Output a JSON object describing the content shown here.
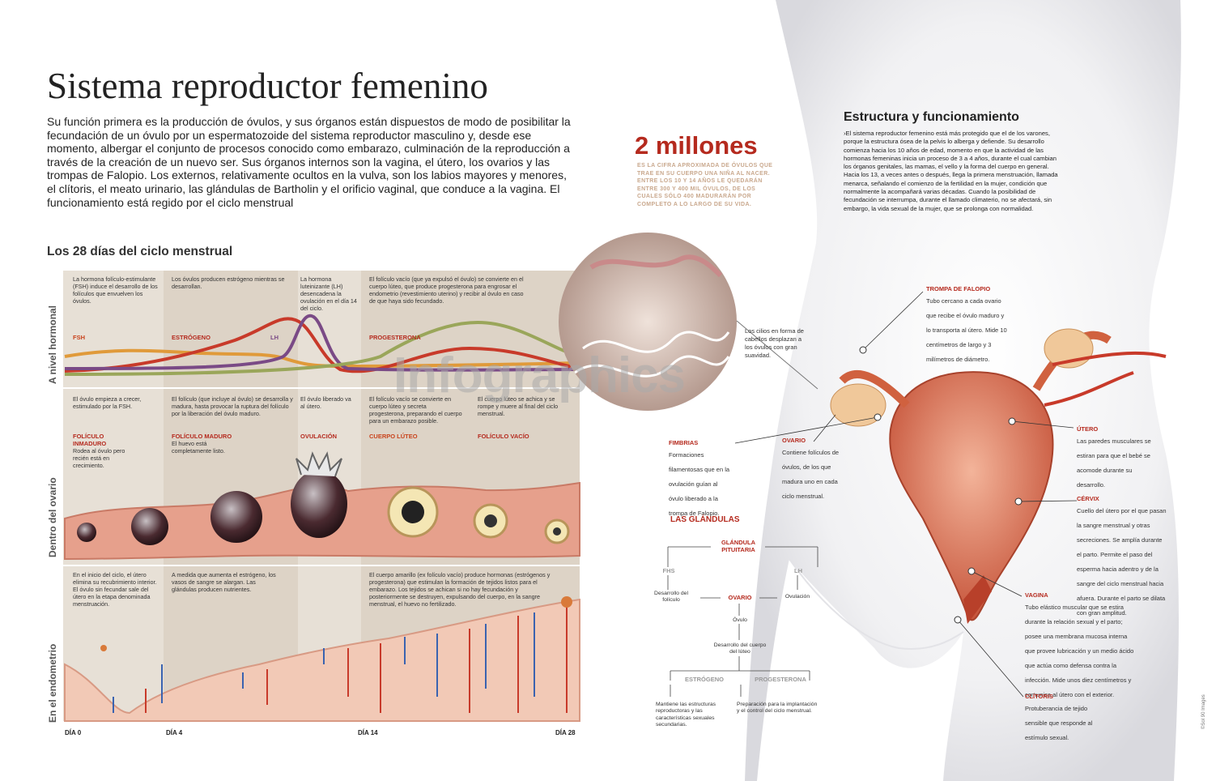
{
  "title": "Sistema reproductor femenino",
  "intro": "Su función primera es la producción de óvulos, y sus órganos están dispuestos de modo de posibilitar la fecundación de un óvulo por un espermatozoide del sistema reproductor masculino y, desde ese momento, albergar el conjunto de procesos conocido como embarazo, culminación de la reproducción a través de la creación de un nuevo ser. Sus órganos internos son la vagina, el útero, los ovarios y las trompas de Falopio. Los externos, relativamente ocultos en la vulva, son los labios mayores y menores, el clítoris, el meato urinario, las glándulas de Bartholin y el orificio vaginal, que conduce a la vagina. El funcionamiento está regido por el ciclo menstrual",
  "cycle": {
    "title": "Los 28 días del ciclo menstrual",
    "row_labels": {
      "hormonal": "A nivel hormonal",
      "ovary": "Dentro del ovario",
      "endometrium": "En el endometrio"
    },
    "hormonal_texts": [
      "La hormona folículo-estimulante (FSH) induce el desarrollo de los folículos que envuelven los óvulos.",
      "Los óvulos producen estrógeno mientras se desarrollan.",
      "La hormona luteinizante (LH) desencadena la ovulación en el día 14 del ciclo.",
      "El folículo vacío (que ya expulsó el óvulo) se convierte en el cuerpo lúteo, que produce progesterona para engrosar el endometrio (revestimiento uterino) y recibir al óvulo en caso de que haya sido fecundado."
    ],
    "hormone_labels": {
      "fsh": "FSH",
      "estrogen": "ESTRÓGENO",
      "lh": "LH",
      "progesterone": "PROGESTERONA"
    },
    "ovary_texts": [
      "El óvulo empieza a crecer, estimulado por la FSH.",
      "El folículo (que incluye al óvulo) se desarrolla y madura, hasta provocar la ruptura del folículo por la liberación del óvulo maduro.",
      "El óvulo liberado va al útero.",
      "El folículo vacío se convierte en cuerpo lúteo y secreta progesterona, preparando el cuerpo para un embarazo posible.",
      "El cuerpo lúteo se achica y se rompe y muere al final del ciclo menstrual."
    ],
    "ovary_stages": [
      {
        "name": "FOLÍCULO INMADURO",
        "desc": "Rodea al óvulo pero recién está en crecimiento."
      },
      {
        "name": "FOLÍCULO MADURO",
        "desc": "El huevo está completamente listo."
      },
      {
        "name": "OVULACIÓN",
        "desc": ""
      },
      {
        "name": "CUERPO LÚTEO",
        "desc": ""
      },
      {
        "name": "FOLÍCULO VACÍO",
        "desc": ""
      }
    ],
    "endometrium_texts": [
      "En el inicio del ciclo, el útero elimina su recubrimiento interior. El óvulo sin fecundar sale del útero en la etapa denominada menstruación.",
      "A medida que aumenta el estrógeno, los vasos de sangre se alargan. Las glándulas producen nutrientes.",
      "El cuerpo amarillo (ex folículo vacío) produce hormonas (estrógenos y progesterona) que estimulan la formación de tejidos listos para el embarazo. Los tejidos se achican si no hay fecundación y posteriormente se destruyen, expulsando del cuerpo, en la sangre menstrual, el huevo no fertilizado."
    ],
    "days": [
      "DÍA 0",
      "DÍA 4",
      "DÍA 14",
      "DÍA 28"
    ]
  },
  "millions": {
    "value": "2 millones",
    "text": "Es la cifra aproximada de óvulos que trae en su cuerpo una niña al nacer. Entre los 10 y 14 años le quedarán entre 300 y 400 mil óvulos, de los cuales sólo 400 madurarán por completo a lo largo de su vida."
  },
  "cilia": "Los cilios en forma de cabellos desplazan a los óvulos con gran suavidad.",
  "structure": {
    "title": "Estructura y funcionamiento",
    "text": "›El sistema reproductor femenino está más protegido que el de los varones, porque la estructura ósea de la pelvis lo alberga y defiende. Su desarrollo comienza hacia los 10 años de edad, momento en que la actividad de las hormonas femeninas inicia un proceso de 3 a 4 años, durante el cual cambian los órganos genitales, las mamas, el vello y la forma del cuerpo en general. Hacia los 13, a veces antes o después, llega la primera menstruación, llamada menarca, señalando el comienzo de la fertilidad en la mujer, condición que normalmente la acompañará varias décadas. Cuando la posibilidad de fecundación se interrumpa, durante el llamado climaterio, no se afectará, sin embargo, la vida sexual de la mujer, que se prolonga con normalidad."
  },
  "organs": {
    "trompa": {
      "name": "TROMPA DE FALOPIO",
      "desc": "Tubo cercano a cada ovario que recibe el óvulo maduro y lo transporta al útero. Mide 10 centímetros de largo y 3 milímetros de diámetro."
    },
    "fimbrias": {
      "name": "FIMBRIAS",
      "desc": "Formaciones filamentosas que en la ovulación guían al óvulo liberado a la trompa de Falopio."
    },
    "ovario": {
      "name": "OVARIO",
      "desc": "Contiene folículos de óvulos, de los que madura uno en cada ciclo menstrual."
    },
    "utero": {
      "name": "ÚTERO",
      "desc": "Las paredes musculares se estiran para que el bebé se acomode durante su desarrollo."
    },
    "cervix": {
      "name": "CÉRVIX",
      "desc": "Cuello del útero por el que pasan la sangre menstrual y otras secreciones. Se amplía durante el parto. Permite el paso del esperma hacia adentro y de la sangre del ciclo menstrual hacia afuera. Durante el parto se dilata con gran amplitud."
    },
    "vagina": {
      "name": "VAGINA",
      "desc": "Tubo elástico muscular que se estira durante la relación sexual y el parto; posee una membrana mucosa interna que provee lubricación y un medio ácido que actúa como defensa contra la infección. Mide unos diez centímetros y comunica al útero con el exterior."
    },
    "clitoris": {
      "name": "CLÍTORIS",
      "desc": "Protuberancia de tejido sensible que responde al estímulo sexual."
    }
  },
  "glands": {
    "title": "LAS GLÁNDULAS",
    "pituitary": "GLÁNDULA PITUITARIA",
    "fhs": "FHS",
    "lh": "LH",
    "ovario": "OVARIO",
    "follicle_dev": "Desarrollo del folículo",
    "ovulation": "Ovulación",
    "ovule": "Óvulo",
    "luteum_dev": "Desarrollo del cuerpo del lúteo",
    "estrogen": "ESTRÓGENO",
    "progesterone": "PROGESTERONA",
    "estrogen_desc": "Mantiene las estructuras reproductoras y las características sexuales secundarias.",
    "progesterone_desc": "Preparación para la implantación y el control del ciclo menstrual."
  },
  "watermark": "Infographics",
  "credit": "©Sol 90 Images"
}
